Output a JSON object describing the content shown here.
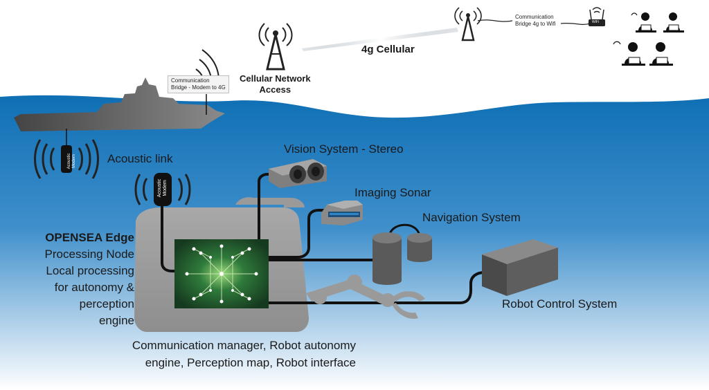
{
  "labels": {
    "bridge_modem": [
      "Communication",
      "Bridge - Modem to 4G"
    ],
    "cellular_access": [
      "Cellular Network",
      "Access"
    ],
    "cellular_4g": "4g Cellular",
    "bridge_wifi": [
      "Communication",
      "Bridge 4g to Wifi"
    ],
    "wifi_router": "WiFi",
    "acoustic_link": "Acoustic link",
    "modem": [
      "Acoustic",
      "Modem"
    ],
    "vision": "Vision System - Stereo",
    "sonar": "Imaging Sonar",
    "navigation": "Navigation System",
    "robot_control": "Robot Control System",
    "edge_title": "OPENSEA Edge",
    "edge_lines": [
      "Processing Node",
      "Local processing",
      "for autonomy &",
      "perception",
      "engine"
    ],
    "bottom_lines": [
      "Communication manager, Robot autonomy",
      "engine, Perception map, Robot interface"
    ]
  },
  "colors": {
    "sea_top": "#0f6fb4",
    "sea_bottom": "#ffffff",
    "housing": "#9c9c9c",
    "board": "#1f4d2b",
    "cable": "#111111"
  },
  "icons": [
    "ship-icon",
    "cell-tower-icon",
    "wifi-router-icon",
    "operator-icon",
    "acoustic-modem-icon",
    "stereo-camera-icon",
    "sonar-icon",
    "navigation-icon",
    "robot-arm-icon",
    "control-box-icon",
    "circuit-board-icon"
  ]
}
